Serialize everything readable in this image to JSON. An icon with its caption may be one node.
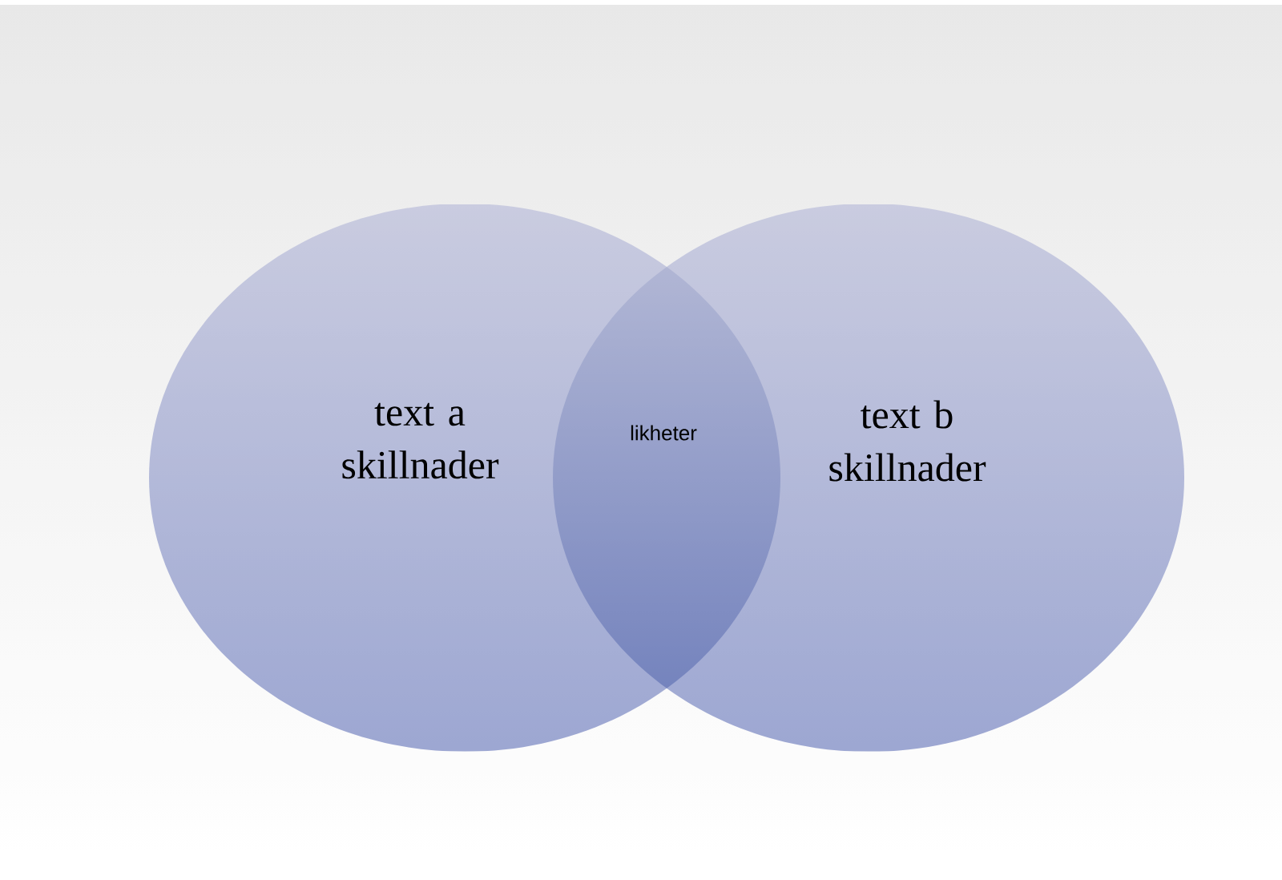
{
  "diagram": {
    "nodes": [
      {
        "text": [
          "text a skillnader"
        ]
      },
      {
        "text": [
          "text b skillnader"
        ]
      },
      {
        "text": [
          "likheter"
        ]
      }
    ]
  }
}
